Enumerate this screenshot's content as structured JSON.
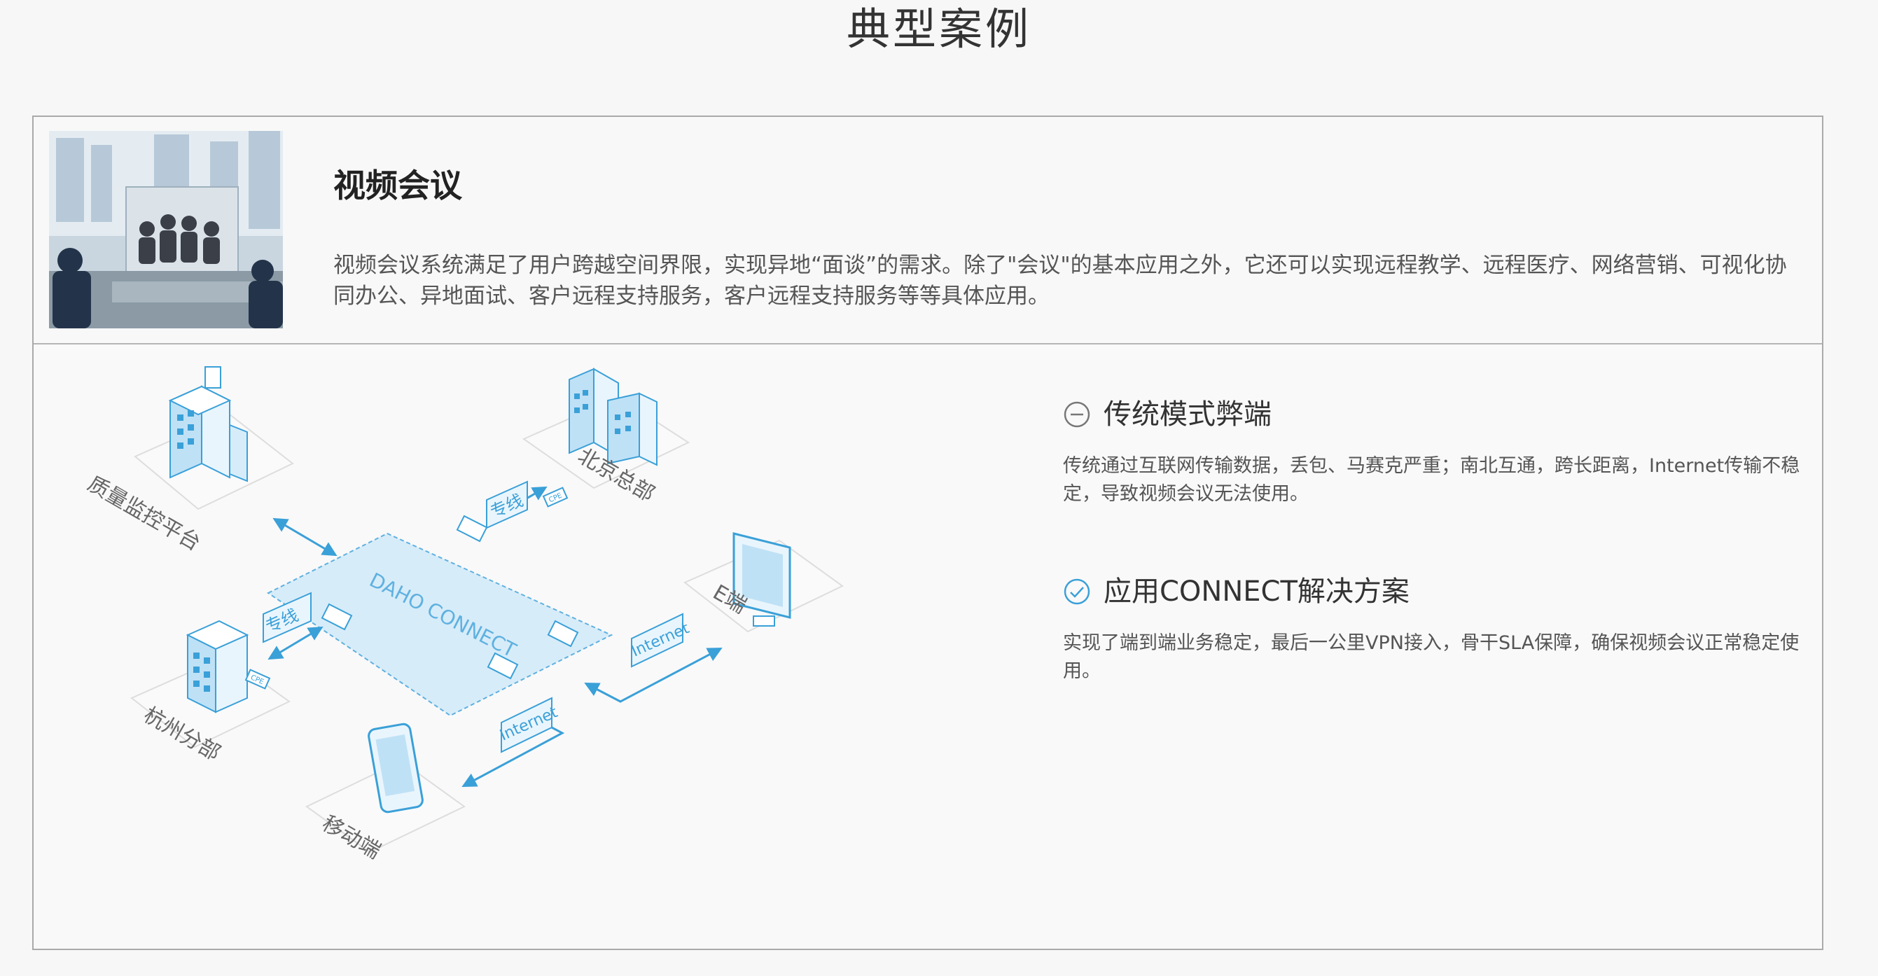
{
  "page": {
    "title": "典型案例"
  },
  "case": {
    "title": "视频会议",
    "description": "视频会议系统满足了用户跨越空间界限，实现异地“面谈”的需求。除了\"会议\"的基本应用之外，它还可以实现远程教学、远程医疗、网络营销、可视化协同办公、异地面试、客户远程支持服务，客户远程支持服务等等具体应用。",
    "photo_icon": "meeting-photo"
  },
  "diagram": {
    "center": "DAHO CONNECT",
    "nodes": {
      "quality": "质量监控平台",
      "beijing": "北京总部",
      "hangzhou": "杭州分部",
      "mobile": "移动端",
      "e_end": "E端"
    },
    "links": {
      "line1": "专线",
      "line2": "专线",
      "internet1": "Internet",
      "internet2": "Internet"
    },
    "cpe_label": "CPE"
  },
  "points": [
    {
      "icon": "minus-circle-icon",
      "title": "传统模式弊端",
      "text": "传统通过互联网传输数据，丢包、马赛克严重；南北互通，跨长距离，Internet传输不稳定，导致视频会议无法使用。"
    },
    {
      "icon": "check-circle-icon",
      "title": "应用CONNECT解决方案",
      "text": "实现了端到端业务稳定，最后一公里VPN接入，骨干SLA保障，确保视频会议正常稳定使用。"
    }
  ],
  "colors": {
    "accent": "#3aa0d8",
    "light_blue": "#d7ecf9",
    "border": "#aaaaaa"
  }
}
